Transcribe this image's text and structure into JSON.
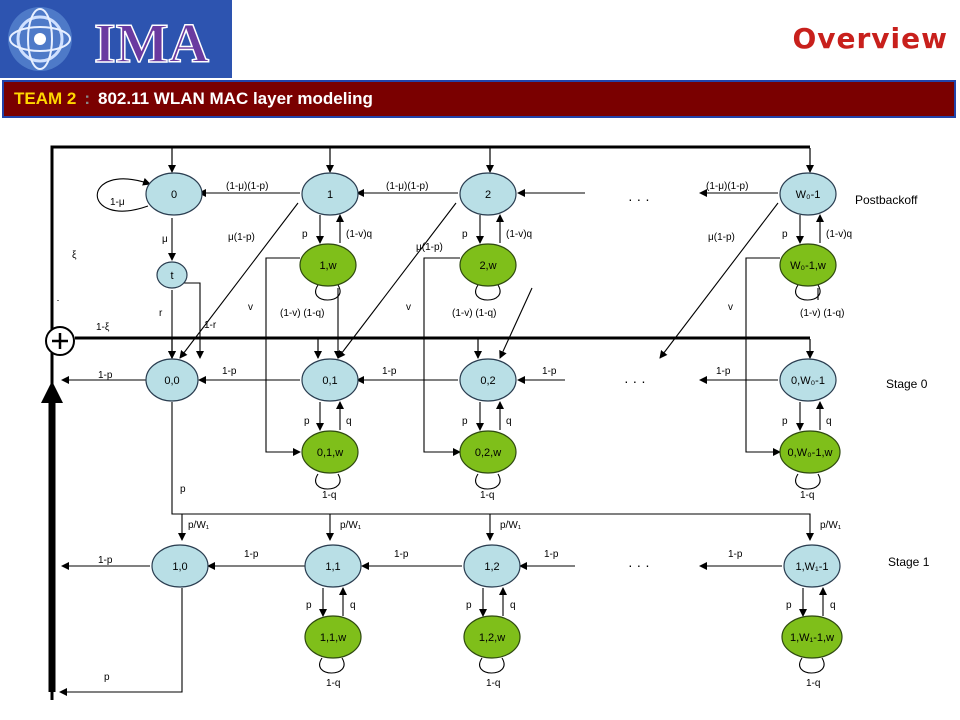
{
  "header": {
    "logo_text": "IMA",
    "title": "Overview",
    "team": "TEAM 2",
    "separator": ":",
    "topic": "802.11 WLAN MAC layer modeling"
  },
  "diagram": {
    "row_labels": {
      "postbackoff": "Postbackoff",
      "stage0": "Stage 0",
      "stage1": "Stage 1"
    },
    "nodes": {
      "n0": "0",
      "n1": "1",
      "n2": "2",
      "nW0m1": "W₀-1",
      "n1w": "1,w",
      "n2w": "2,w",
      "nW0m1w": "W₀-1,w",
      "nt": "t",
      "n00": "0,0",
      "n01": "0,1",
      "n02": "0,2",
      "n0W0m1": "0,W₀-1",
      "n01w": "0,1,w",
      "n02w": "0,2,w",
      "n0W0m1w": "0,W₀-1,w",
      "n10": "1,0",
      "n11": "1,1",
      "n12": "1,2",
      "n1W1m1": "1,W₁-1",
      "n11w": "1,1,w",
      "n12w": "1,2,w",
      "n1W1m1w": "1,W₁-1,w"
    },
    "edge_labels": {
      "one_minus_mu": "1-μ",
      "mu": "μ",
      "xi": "ξ",
      "r": "r",
      "one_minus_r": "1-r",
      "one_minus_xi": "1-ξ",
      "mu1p_a": "(1-μ)(1-p)",
      "mu1p_b": "(1-μ)(1-p)",
      "mu1p_c": "(1-μ)(1-p)",
      "mup_a": "μ(1-p)",
      "mup_b": "μ(1-p)",
      "mup_c": "μ(1-p)",
      "p": "p",
      "q": "q",
      "one_minus_q": "1-q",
      "one_minus_p": "1-p",
      "one_minus_v_q": "(1-v)q",
      "one_minus_v_one_minus_q": "(1-v) (1-q)",
      "v": "v",
      "p_over_w1": "p/W₁",
      "dots": "· · ·"
    }
  }
}
